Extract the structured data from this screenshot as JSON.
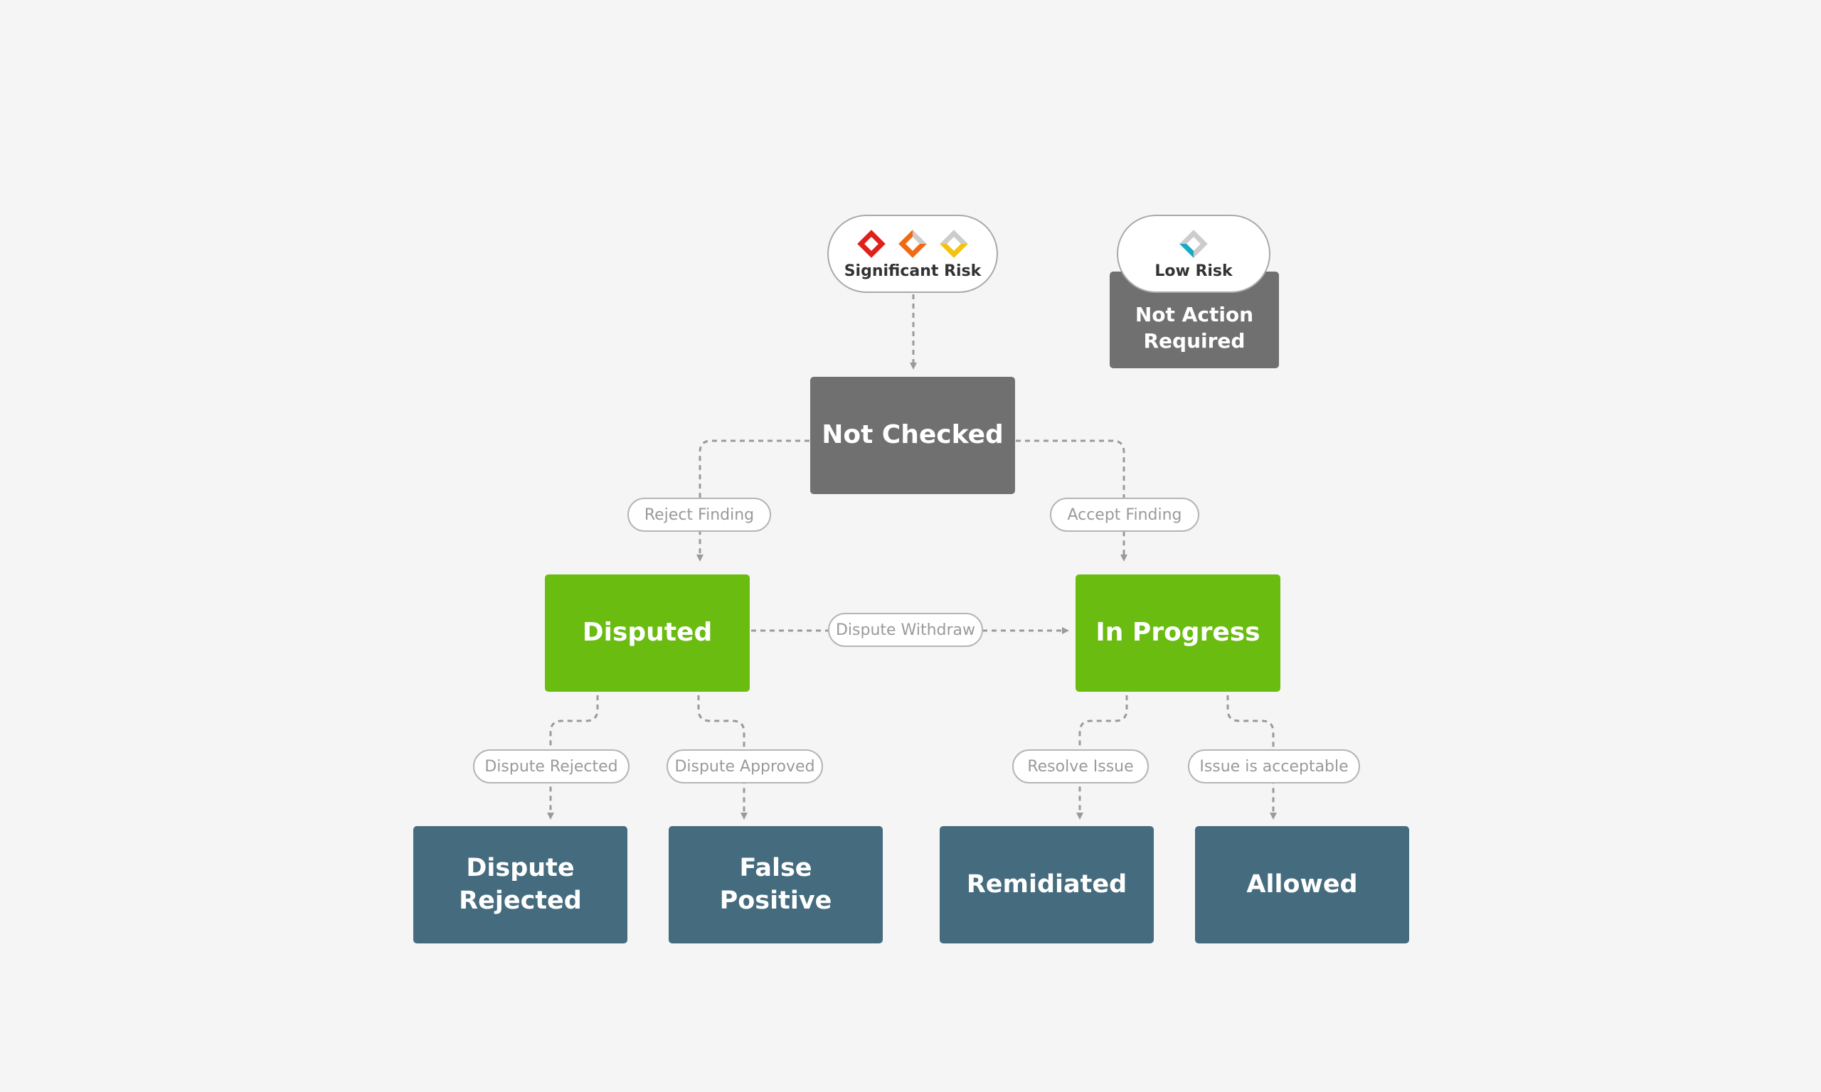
{
  "colors": {
    "gray": "#707070",
    "green": "#6abc10",
    "teal": "#456b7e",
    "connector": "#9a9a9a",
    "critical": "#e0201a",
    "high": "#f06a14",
    "medium": "#f5c20f",
    "low": "#1aa9c4"
  },
  "risk_badges": {
    "significant": {
      "label": "Significant Risk",
      "icons": [
        "critical-risk-icon",
        "high-risk-icon",
        "medium-risk-icon"
      ]
    },
    "low": {
      "label": "Low Risk",
      "icons": [
        "low-risk-icon"
      ]
    }
  },
  "states": {
    "not_action_required": "Not Action\nRequired",
    "not_checked": "Not Checked",
    "disputed": "Disputed",
    "in_progress": "In Progress",
    "dispute_rejected": "Dispute\nRejected",
    "false_positive": "False\nPositive",
    "remidiated": "Remidiated",
    "allowed": "Allowed"
  },
  "transitions": {
    "reject_finding": "Reject Finding",
    "accept_finding": "Accept Finding",
    "dispute_withdraw": "Dispute Withdraw",
    "dispute_rejected": "Dispute Rejected",
    "dispute_approved": "Dispute Approved",
    "resolve_issue": "Resolve Issue",
    "issue_is_acceptable": "Issue is acceptable"
  }
}
